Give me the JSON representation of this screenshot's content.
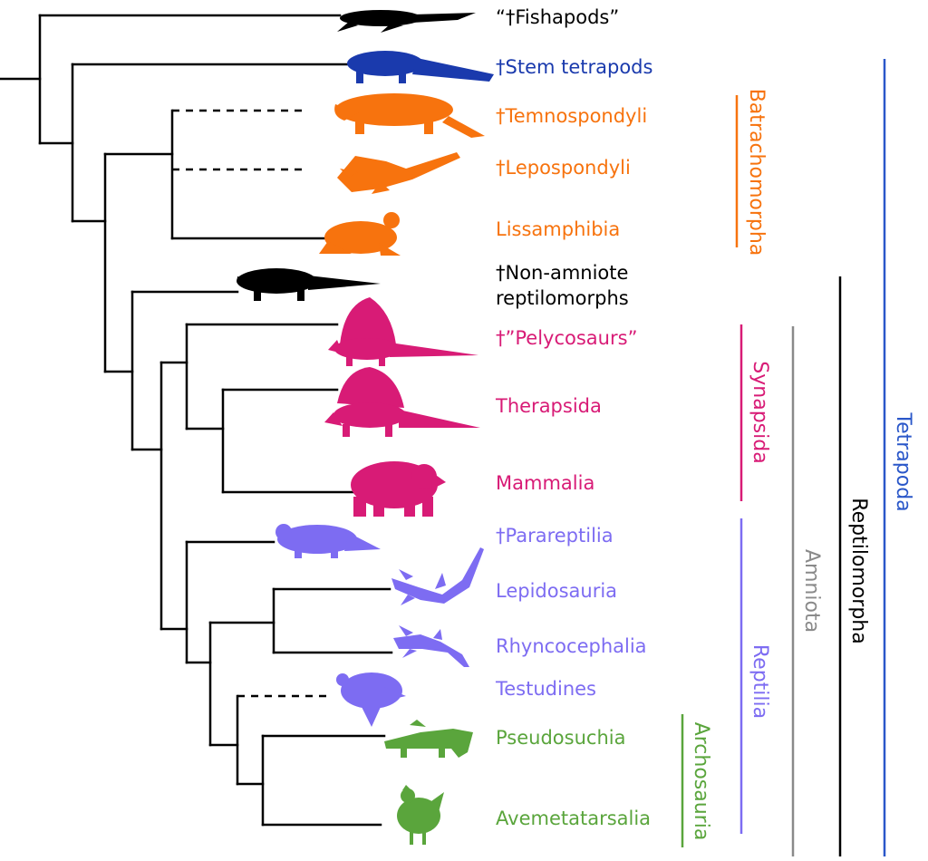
{
  "colors": {
    "black": "#000000",
    "blue": "#1a3aad",
    "orange": "#f7730e",
    "pink": "#d81b76",
    "purple": "#7d6cf2",
    "green": "#5aa53c",
    "gray": "#8a8a8a",
    "tetrapoda_blue": "#2a57c9"
  },
  "taxa": [
    {
      "id": "fishapods",
      "text": "“†Fishapods”",
      "color": "black",
      "silhouette": "fishapod-silhouette"
    },
    {
      "id": "stem-tetrapods",
      "text": "†Stem tetrapods",
      "color": "blue",
      "silhouette": "stem-tetrapod-silhouette"
    },
    {
      "id": "temnospondyli",
      "text": "†Temnospondyli",
      "color": "orange",
      "silhouette": "temnospondyl-silhouette"
    },
    {
      "id": "lepospondyli",
      "text": "†Lepospondyli",
      "color": "orange",
      "silhouette": "lepospondyl-silhouette"
    },
    {
      "id": "lissamphibia",
      "text": "Lissamphibia",
      "color": "orange",
      "silhouette": "frog-silhouette"
    },
    {
      "id": "non-amniote-reptilomorphs",
      "text": "†Non-amniote",
      "text2": "reptilomorphs",
      "color": "black",
      "silhouette": "reptilomorph-silhouette"
    },
    {
      "id": "pelycosaurs",
      "text": "†”Pelycosaurs”",
      "color": "pink",
      "silhouette": "dimetrodon-silhouette"
    },
    {
      "id": "therapsida",
      "text": "Therapsida",
      "color": "pink",
      "silhouette": "therapsid-silhouette"
    },
    {
      "id": "mammalia",
      "text": "Mammalia",
      "color": "pink",
      "silhouette": "bear-silhouette"
    },
    {
      "id": "parareptilia",
      "text": "†Parareptilia",
      "color": "purple",
      "silhouette": "pareiasaur-silhouette"
    },
    {
      "id": "lepidosauria",
      "text": "Lepidosauria",
      "color": "purple",
      "silhouette": "lizard-silhouette"
    },
    {
      "id": "rhyncocephalia",
      "text": "Rhyncocephalia",
      "color": "purple",
      "silhouette": "tuatara-silhouette"
    },
    {
      "id": "testudines",
      "text": "Testudines",
      "color": "purple",
      "silhouette": "turtle-silhouette"
    },
    {
      "id": "pseudosuchia",
      "text": "Pseudosuchia",
      "color": "green",
      "silhouette": "crocodile-silhouette"
    },
    {
      "id": "avemetatarsalia",
      "text": "Avemetatarsalia",
      "color": "green",
      "silhouette": "chicken-silhouette"
    }
  ],
  "clades": [
    {
      "id": "batrachomorpha",
      "text": "Batrachomorpha",
      "color": "orange"
    },
    {
      "id": "synapsida",
      "text": "Synapsida",
      "color": "pink"
    },
    {
      "id": "reptilia",
      "text": "Reptilia",
      "color": "purple"
    },
    {
      "id": "archosauria",
      "text": "Archosauria",
      "color": "green"
    },
    {
      "id": "amniota",
      "text": "Amniota",
      "color": "gray"
    },
    {
      "id": "reptilomorpha",
      "text": "Reptilomorpha",
      "color": "black"
    },
    {
      "id": "tetrapoda",
      "text": "Tetrapoda",
      "color": "tetrapoda_blue"
    }
  ]
}
